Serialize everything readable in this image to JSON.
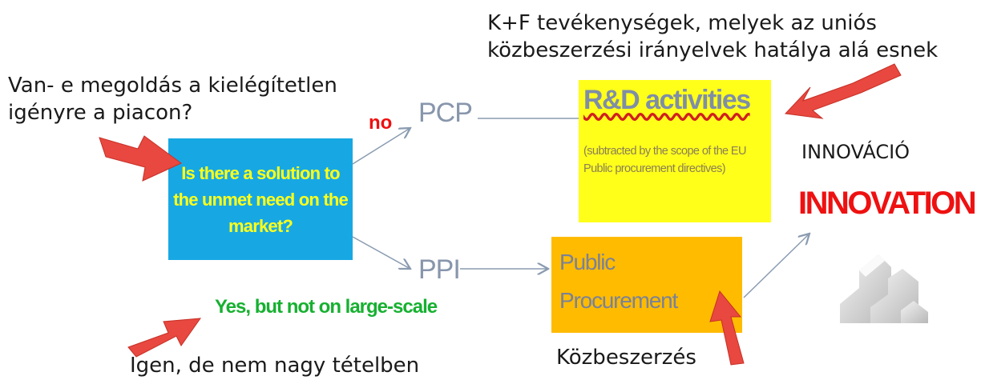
{
  "annotations": {
    "hu_rnd": [
      "K+F tevékenységek, melyek az uniós",
      "közbeszerzési irányelvek hatálya alá esnek"
    ],
    "hu_question": [
      "Van- e megoldás a kielégítetlen",
      "igényre a piacon?"
    ],
    "hu_yes": "Igen, de nem nagy tételben",
    "hu_procurement": "Közbeszerzés",
    "hu_innovation": "INNOVÁCIÓ"
  },
  "boxes": {
    "question": "Is there a solution to the unmet need on the market?",
    "rnd_title": "R&D activities",
    "rnd_description": "(subtracted by the scope of the EU Public procurement directives)",
    "public_procurement": [
      "Public",
      "Procurement"
    ]
  },
  "labels": {
    "no": "no",
    "pcp": "PCP",
    "ppi": "PPI",
    "yes_but": "Yes, but not on large-scale",
    "innovation": "INNOVATION"
  },
  "colors": {
    "question_box": "#17a8e4",
    "rnd_box": "#ffff1a",
    "pp_box": "#ffbb00",
    "arrow_red": "#e8483f",
    "connector": "#8a9bb0",
    "no_label": "#ee0f0f",
    "yes_label": "#16b030",
    "innovation_label": "#ee1111"
  },
  "icons": {
    "pointer_arrows": "red-arrow-icon",
    "innovation_graphic": "staircase-icon"
  }
}
